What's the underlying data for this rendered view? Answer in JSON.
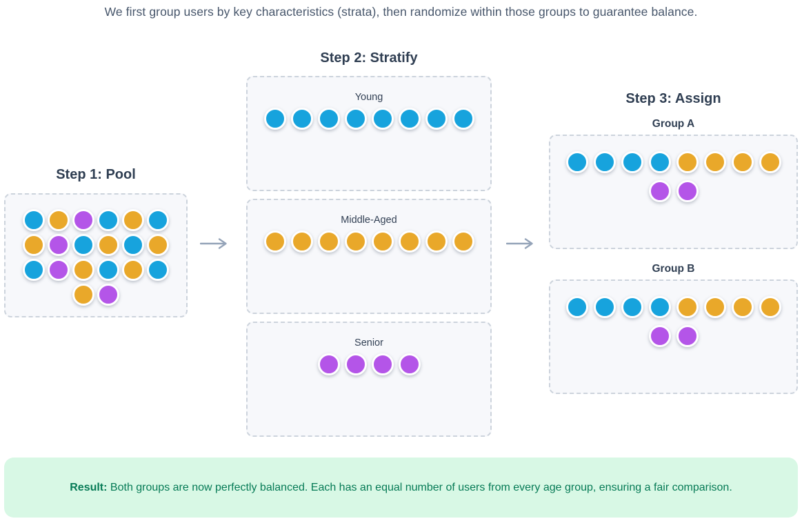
{
  "intro": "We first group users by key characteristics (strata), then randomize within those groups to guarantee balance.",
  "strata_colors": {
    "young": "#17a3dd",
    "middle": "#e9a82a",
    "senior": "#b455e8"
  },
  "pool": {
    "title": "Step 1: Pool",
    "dot_rows": [
      [
        "young",
        "middle",
        "senior",
        "young",
        "middle",
        "young"
      ],
      [
        "middle",
        "senior",
        "young",
        "middle",
        "young",
        "middle"
      ],
      [
        "young",
        "senior",
        "middle",
        "young",
        "middle",
        "young"
      ],
      [
        "middle",
        "senior"
      ]
    ]
  },
  "stratify": {
    "title": "Step 2: Stratify",
    "strata": [
      {
        "label": "Young",
        "dot_rows": [
          [
            "young",
            "young",
            "young",
            "young",
            "young",
            "young",
            "young",
            "young"
          ]
        ]
      },
      {
        "label": "Middle-Aged",
        "dot_rows": [
          [
            "middle",
            "middle",
            "middle",
            "middle",
            "middle",
            "middle",
            "middle",
            "middle"
          ]
        ]
      },
      {
        "label": "Senior",
        "dot_rows": [
          [
            "senior",
            "senior",
            "senior",
            "senior"
          ]
        ]
      }
    ]
  },
  "assign": {
    "title": "Step 3: Assign",
    "groups": [
      {
        "label": "Group A",
        "dot_rows": [
          [
            "young",
            "young",
            "young",
            "young",
            "middle",
            "middle",
            "middle",
            "middle"
          ],
          [
            "senior",
            "senior"
          ]
        ]
      },
      {
        "label": "Group B",
        "dot_rows": [
          [
            "young",
            "young",
            "young",
            "young",
            "middle",
            "middle",
            "middle",
            "middle"
          ],
          [
            "senior",
            "senior"
          ]
        ]
      }
    ]
  },
  "result": {
    "label": "Result:",
    "text": "Both groups are now perfectly balanced. Each has an equal number of users from every age group, ensuring a fair comparison."
  },
  "ui_colors": {
    "intro_text": "#47566b",
    "step_title_text": "#2f3e52",
    "box_fill": "#f7f8fb",
    "box_border": "#ccd3dc",
    "arrow": "#94a3b8",
    "result_bg": "#d8f8e5",
    "result_text": "#057a55"
  }
}
